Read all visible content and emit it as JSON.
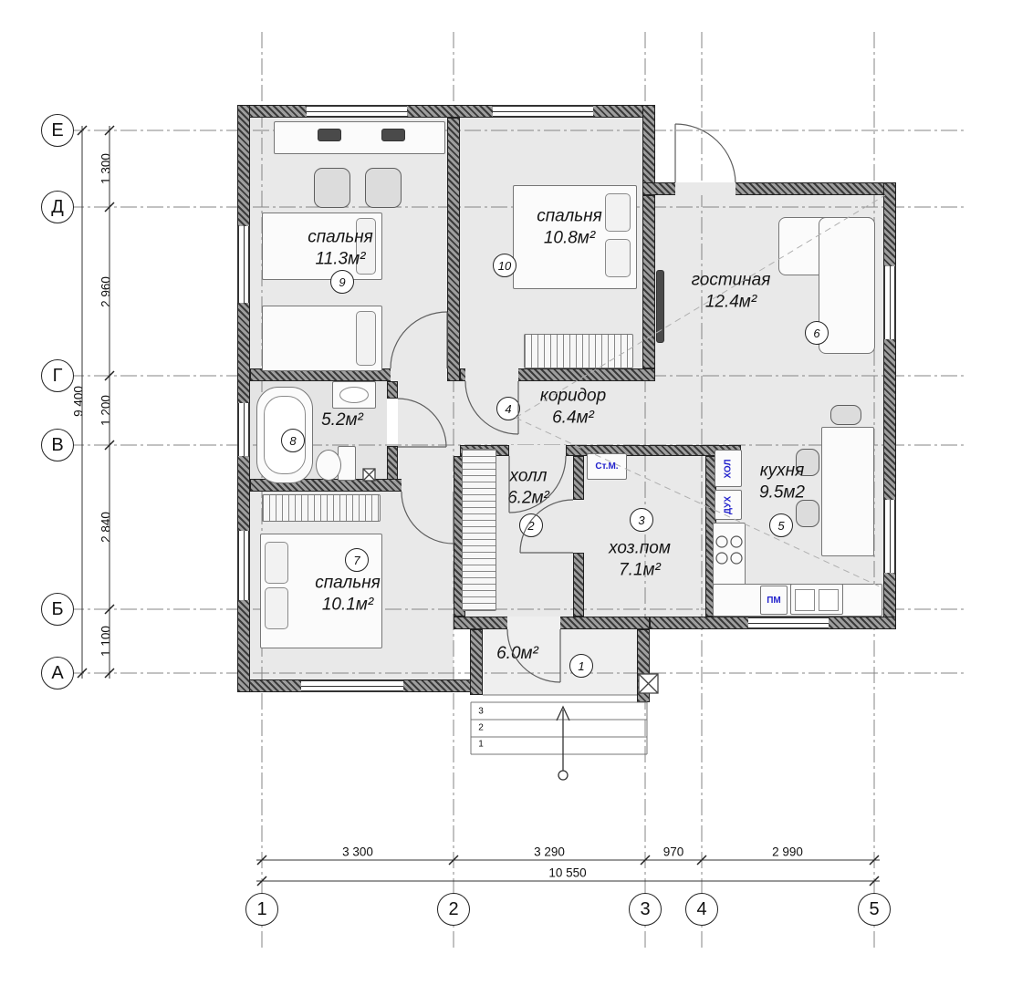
{
  "plan": {
    "axes_rows": [
      {
        "label": "Е"
      },
      {
        "label": "Д"
      },
      {
        "label": "Г"
      },
      {
        "label": "В"
      },
      {
        "label": "Б"
      },
      {
        "label": "А"
      }
    ],
    "axes_cols": [
      {
        "label": "1"
      },
      {
        "label": "2"
      },
      {
        "label": "3"
      },
      {
        "label": "4"
      },
      {
        "label": "5"
      }
    ],
    "dims_left_segments": [
      "1 300",
      "2 960",
      "1 200",
      "2 840",
      "1 100"
    ],
    "dims_left_total": "9 400",
    "dims_bottom_segments": [
      "3 300",
      "3 290",
      "970",
      "2 990"
    ],
    "dims_bottom_total": "10 550",
    "rooms": [
      {
        "num": "1",
        "name": "",
        "area": "6.0м²"
      },
      {
        "num": "2",
        "name": "холл",
        "area": "6.2м²"
      },
      {
        "num": "3",
        "name": "хоз.пом",
        "area": "7.1м²"
      },
      {
        "num": "4",
        "name": "коридор",
        "area": "6.4м²"
      },
      {
        "num": "5",
        "name": "кухня",
        "area": "9.5м2"
      },
      {
        "num": "6",
        "name": "гостиная",
        "area": "12.4м²"
      },
      {
        "num": "7",
        "name": "спальня",
        "area": "10.1м²"
      },
      {
        "num": "8",
        "name": "",
        "area": "5.2м²"
      },
      {
        "num": "9",
        "name": "спальня",
        "area": "11.3м²"
      },
      {
        "num": "10",
        "name": "спальня",
        "area": "10.8м²"
      }
    ],
    "appliances": {
      "washer_label": "Ст.М.",
      "fridge_label": "ХОЛ",
      "oven_label": "ДУХ",
      "dishwasher_label": "ПМ"
    },
    "stairs_steps": [
      "3",
      "2",
      "1"
    ]
  }
}
